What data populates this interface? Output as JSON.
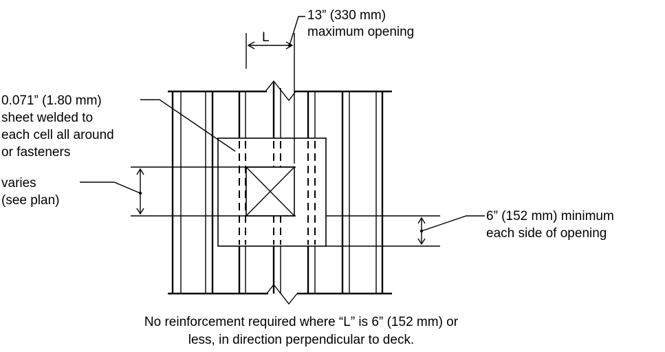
{
  "labels": {
    "max_opening_line1": "13” (330 mm)",
    "max_opening_line2": "maximum opening",
    "dim_L": "L",
    "sheet_line1": "0.071” (1.80 mm)",
    "sheet_line2": "sheet welded to",
    "sheet_line3": "each cell all around",
    "sheet_line4": "or fasteners",
    "varies_line1": "varies",
    "varies_line2": "(see plan)",
    "min_line1": "6” (152 mm) minimum",
    "min_line2": "each side of opening",
    "caption_line1": "No reinforcement required where “L” is 6” (152 mm) or",
    "caption_line2": "less, in direction perpendicular to deck."
  }
}
